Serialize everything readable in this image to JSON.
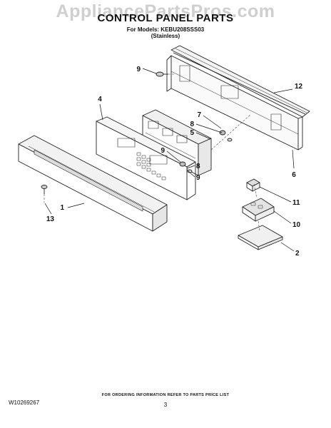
{
  "watermark": "AppliancePartsPros.com",
  "header": {
    "title": "CONTROL PANEL PARTS",
    "models_line": "For Models: KEBU208SSS03",
    "finish_line": "(Stainless)"
  },
  "callouts": {
    "c1": "1",
    "c2": "2",
    "c4": "4",
    "c5": "5",
    "c6": "6",
    "c7": "7",
    "c8a": "8",
    "c8b": "8",
    "c9a": "9",
    "c9b": "9",
    "c9c": "9",
    "c10": "10",
    "c11": "11",
    "c12": "12",
    "c13": "13"
  },
  "footer": {
    "note": "FOR ORDERING INFORMATION REFER TO PARTS PRICE LIST",
    "doc_id": "W10269267",
    "page": "3"
  }
}
